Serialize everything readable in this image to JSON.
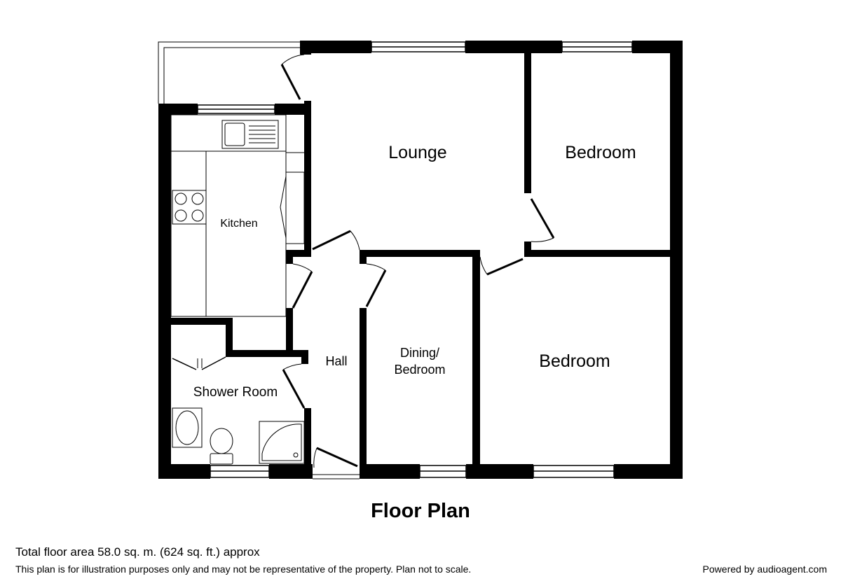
{
  "plan": {
    "rooms": {
      "lounge": "Lounge",
      "bedroom_top": "Bedroom",
      "kitchen": "Kitchen",
      "hall": "Hall",
      "dining_line1": "Dining/",
      "dining_line2": "Bedroom",
      "bedroom_bottom": "Bedroom",
      "shower_room": "Shower Room"
    },
    "wall_color": "#000000",
    "background_color": "#ffffff"
  },
  "footer": {
    "title": "Floor Plan",
    "total_area": "Total floor area 58.0 sq. m. (624 sq. ft.) approx",
    "disclaimer": "This plan is for illustration purposes only and may not be representative of the property. Plan not to scale.",
    "powered_by": "Powered by audioagent.com"
  }
}
